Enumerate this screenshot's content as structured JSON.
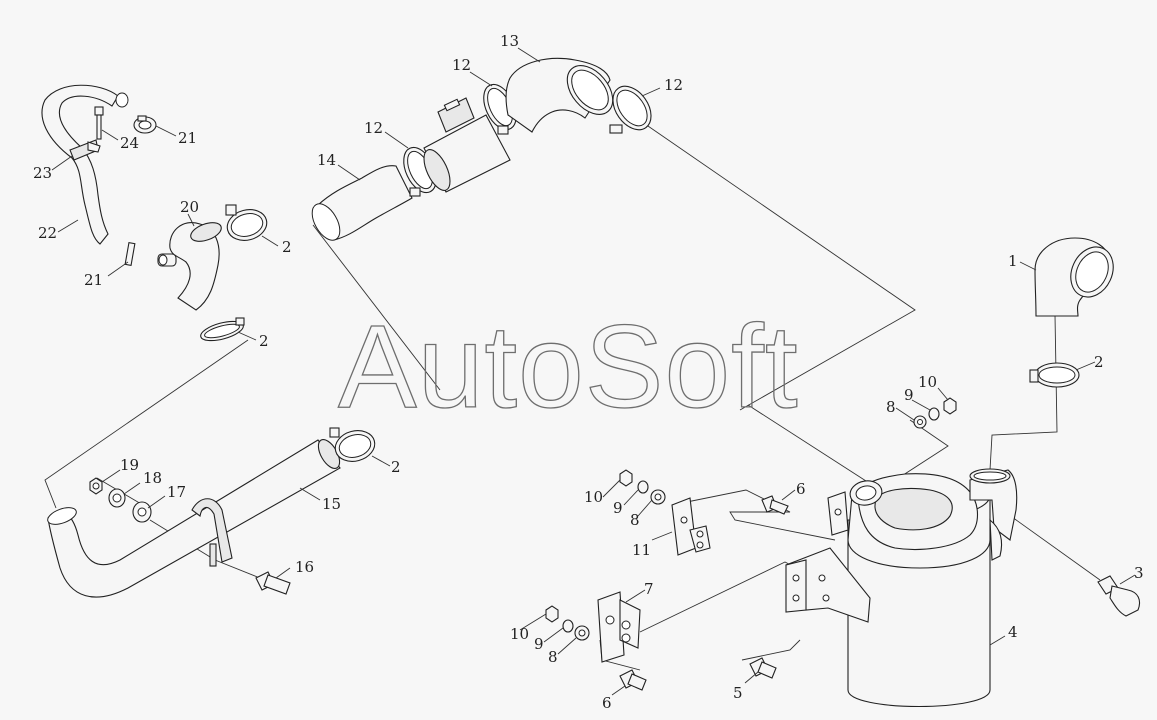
{
  "watermark": "AutoSoft",
  "callouts": {
    "c1": "1",
    "c2a": "2",
    "c2b": "2",
    "c2c": "2",
    "c2d": "2",
    "c3": "3",
    "c4": "4",
    "c5": "5",
    "c6a": "6",
    "c6b": "6",
    "c7": "7",
    "c8a": "8",
    "c8b": "8",
    "c8c": "8",
    "c9a": "9",
    "c9b": "9",
    "c9c": "9",
    "c10a": "10",
    "c10b": "10",
    "c10c": "10",
    "c11": "11",
    "c12a": "12",
    "c12b": "12",
    "c12c": "12",
    "c13": "13",
    "c14": "14",
    "c15": "15",
    "c16": "16",
    "c17": "17",
    "c18": "18",
    "c19": "19",
    "c20": "20",
    "c21a": "21",
    "c21b": "21",
    "c22": "22",
    "c23": "23",
    "c24": "24"
  }
}
